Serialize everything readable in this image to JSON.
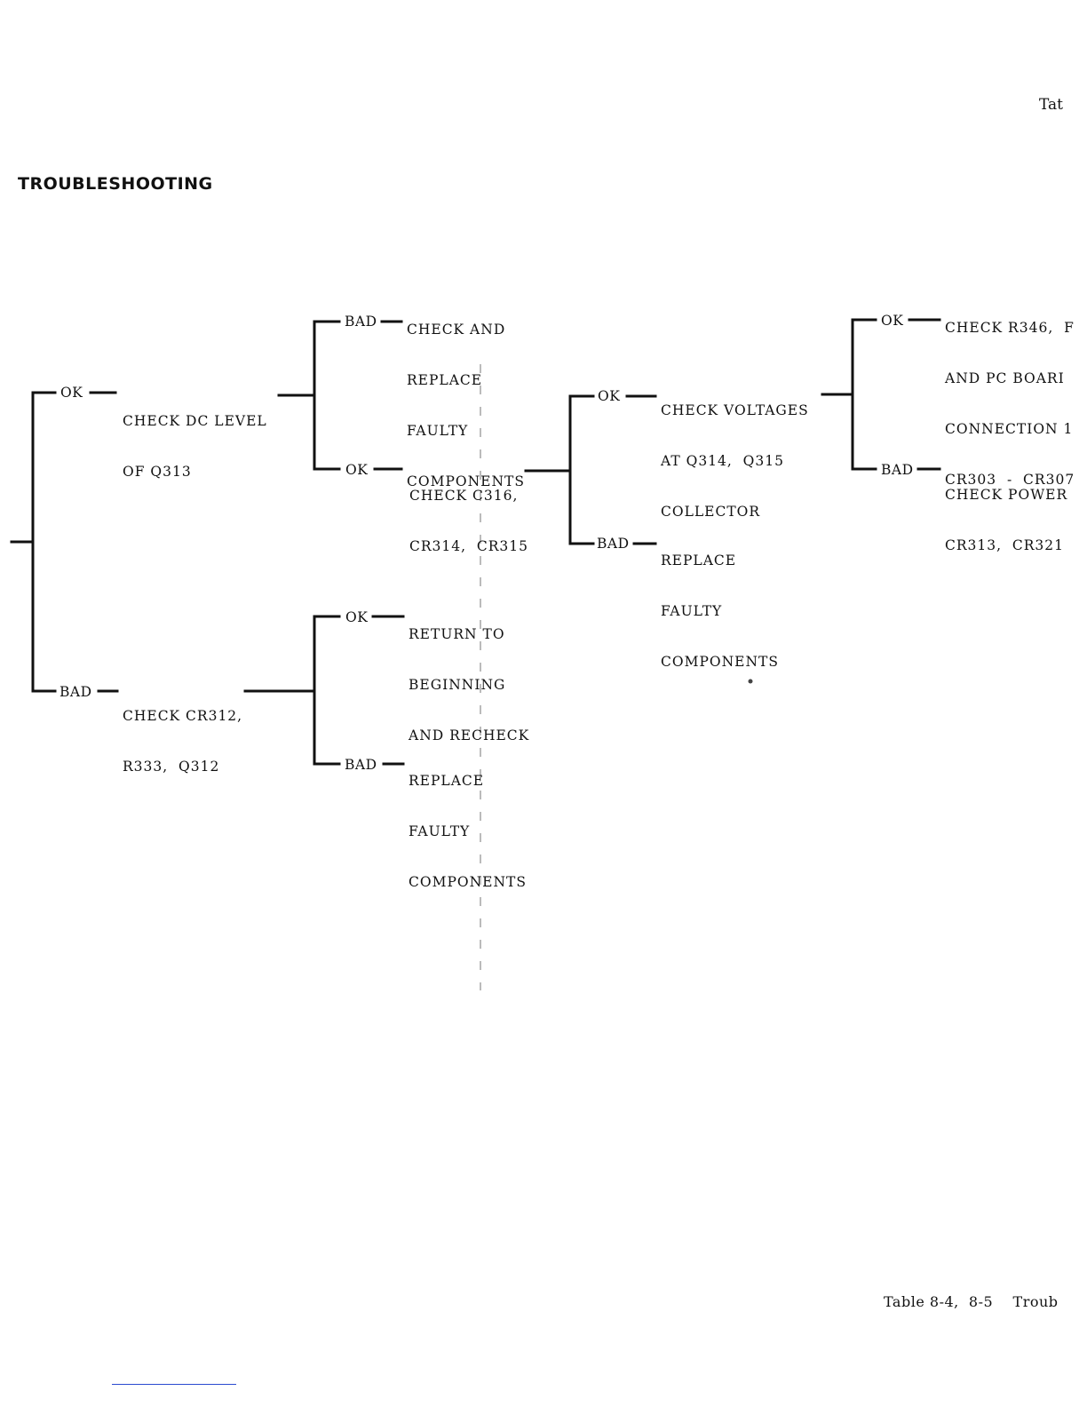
{
  "header": {
    "table_label": "Tat",
    "section_title": "TROUBLESHOOTING"
  },
  "tree": {
    "check_dc_level": [
      "CHECK DC LEVEL",
      "OF Q313"
    ],
    "check_and_replace": [
      "CHECK AND",
      "REPLACE",
      "FAULTY",
      "COMPONENTS"
    ],
    "check_c316": [
      "CHECK C316,",
      "CR314,  CR315"
    ],
    "check_voltages": [
      "CHECK VOLTAGES",
      "AT Q314,  Q315",
      "COLLECTOR"
    ],
    "replace_faulty_1": [
      "REPLACE",
      "FAULTY",
      "COMPONENTS"
    ],
    "check_r346": [
      "CHECK R346,  F",
      "AND PC BOARI",
      "CONNECTION 1",
      "CR303  -  CR307"
    ],
    "check_power": [
      "CHECK POWER",
      "CR313,  CR321"
    ],
    "check_cr312": [
      "CHECK CR312,",
      "R333,  Q312"
    ],
    "return_to_beginning": [
      "RETURN TO",
      "BEGINNING",
      "AND RECHECK"
    ],
    "replace_faulty_2": [
      "REPLACE",
      "FAULTY",
      "COMPONENTS"
    ]
  },
  "branch_labels": {
    "ok": "OK",
    "bad": "BAD"
  },
  "footer": {
    "text": "Table 8-4,  8-5    Troub"
  }
}
